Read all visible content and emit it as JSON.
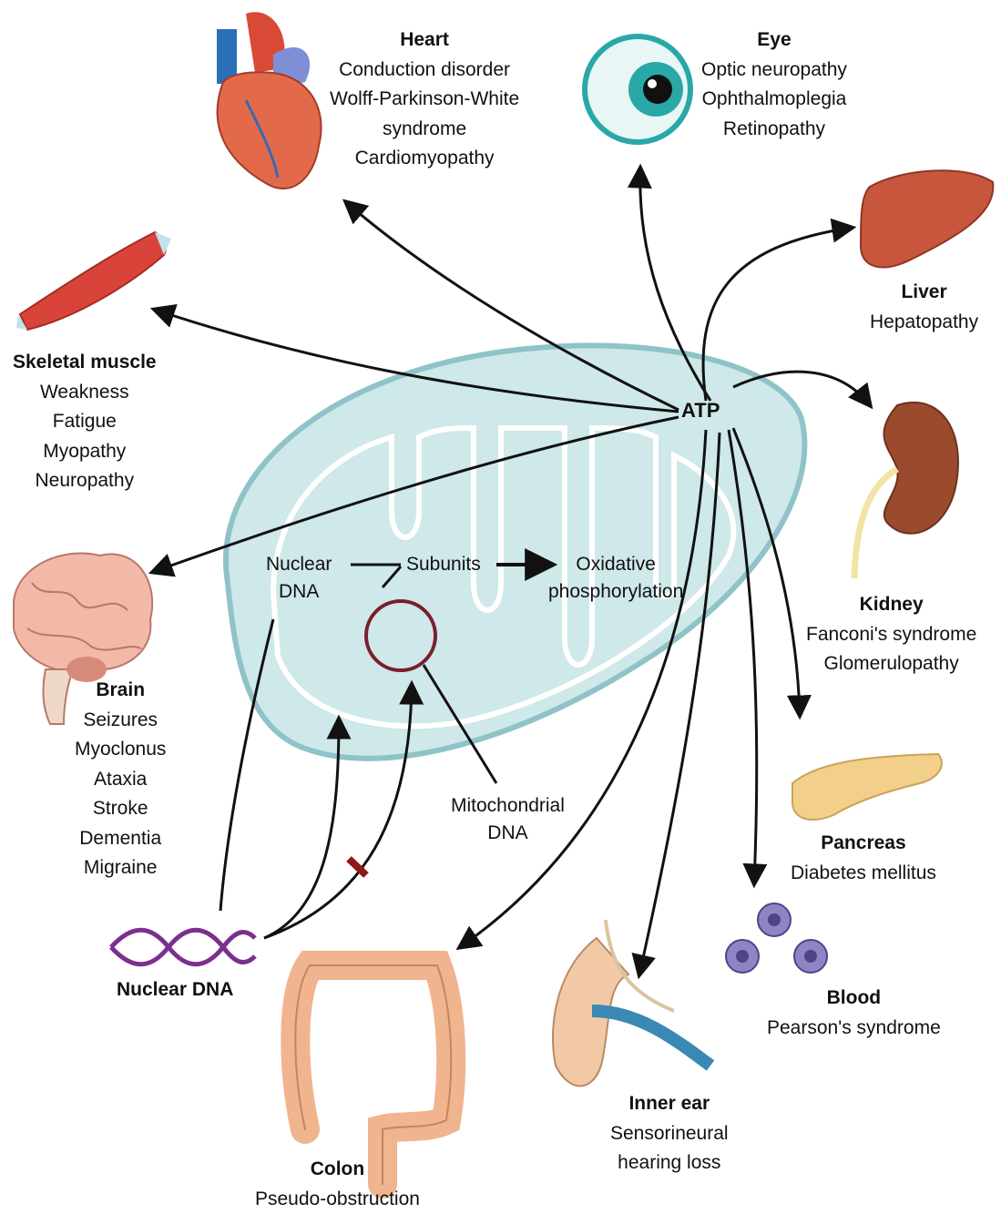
{
  "diagram": {
    "center": {
      "atp": "ATP",
      "nuclear_dna_top": "Nuclear\nDNA",
      "subunits": "Subunits",
      "oxidative": "Oxidative\nphosphorylation",
      "mito_dna": "Mitochondrial\nDNA",
      "nuclear_dna_bottom": "Nuclear DNA"
    },
    "organs": {
      "heart": {
        "title": "Heart",
        "lines": [
          "Conduction disorder",
          "Wolff-Parkinson-White",
          "syndrome",
          "Cardiomyopathy"
        ]
      },
      "eye": {
        "title": "Eye",
        "lines": [
          "Optic neuropathy",
          "Ophthalmoplegia",
          "Retinopathy"
        ]
      },
      "liver": {
        "title": "Liver",
        "lines": [
          "Hepatopathy"
        ]
      },
      "skeletal": {
        "title": "Skeletal muscle",
        "lines": [
          "Weakness",
          "Fatigue",
          "Myopathy",
          "Neuropathy"
        ]
      },
      "kidney": {
        "title": "Kidney",
        "lines": [
          "Fanconi's syndrome",
          "Glomerulopathy"
        ]
      },
      "brain": {
        "title": "Brain",
        "lines": [
          "Seizures",
          "Myoclonus",
          "Ataxia",
          "Stroke",
          "Dementia",
          "Migraine"
        ]
      },
      "pancreas": {
        "title": "Pancreas",
        "lines": [
          "Diabetes mellitus"
        ]
      },
      "blood": {
        "title": "Blood",
        "lines": [
          "Pearson's syndrome"
        ]
      },
      "inner_ear": {
        "title": "Inner ear",
        "lines": [
          "Sensorineural",
          "hearing loss"
        ]
      },
      "colon": {
        "title": "Colon",
        "lines": [
          "Pseudo-obstruction"
        ]
      }
    },
    "colors": {
      "mitochondrion": "#cfe8ea",
      "mito_outline": "#8fc3c7",
      "heart": "#e26a4a",
      "eye": "#2aa7a7",
      "liver": "#c8563c",
      "muscle": "#d9443a",
      "kidney": "#9b4a2e",
      "brain": "#f2b8a8",
      "pancreas": "#f3d08a",
      "blood": "#8e86c4",
      "ear": "#f1c9a6",
      "colon": "#f0b48f",
      "dna": "#7b2f8f",
      "arrow": "#111111",
      "circle": "#7a1f2b",
      "block": "#8b1a1a"
    }
  }
}
